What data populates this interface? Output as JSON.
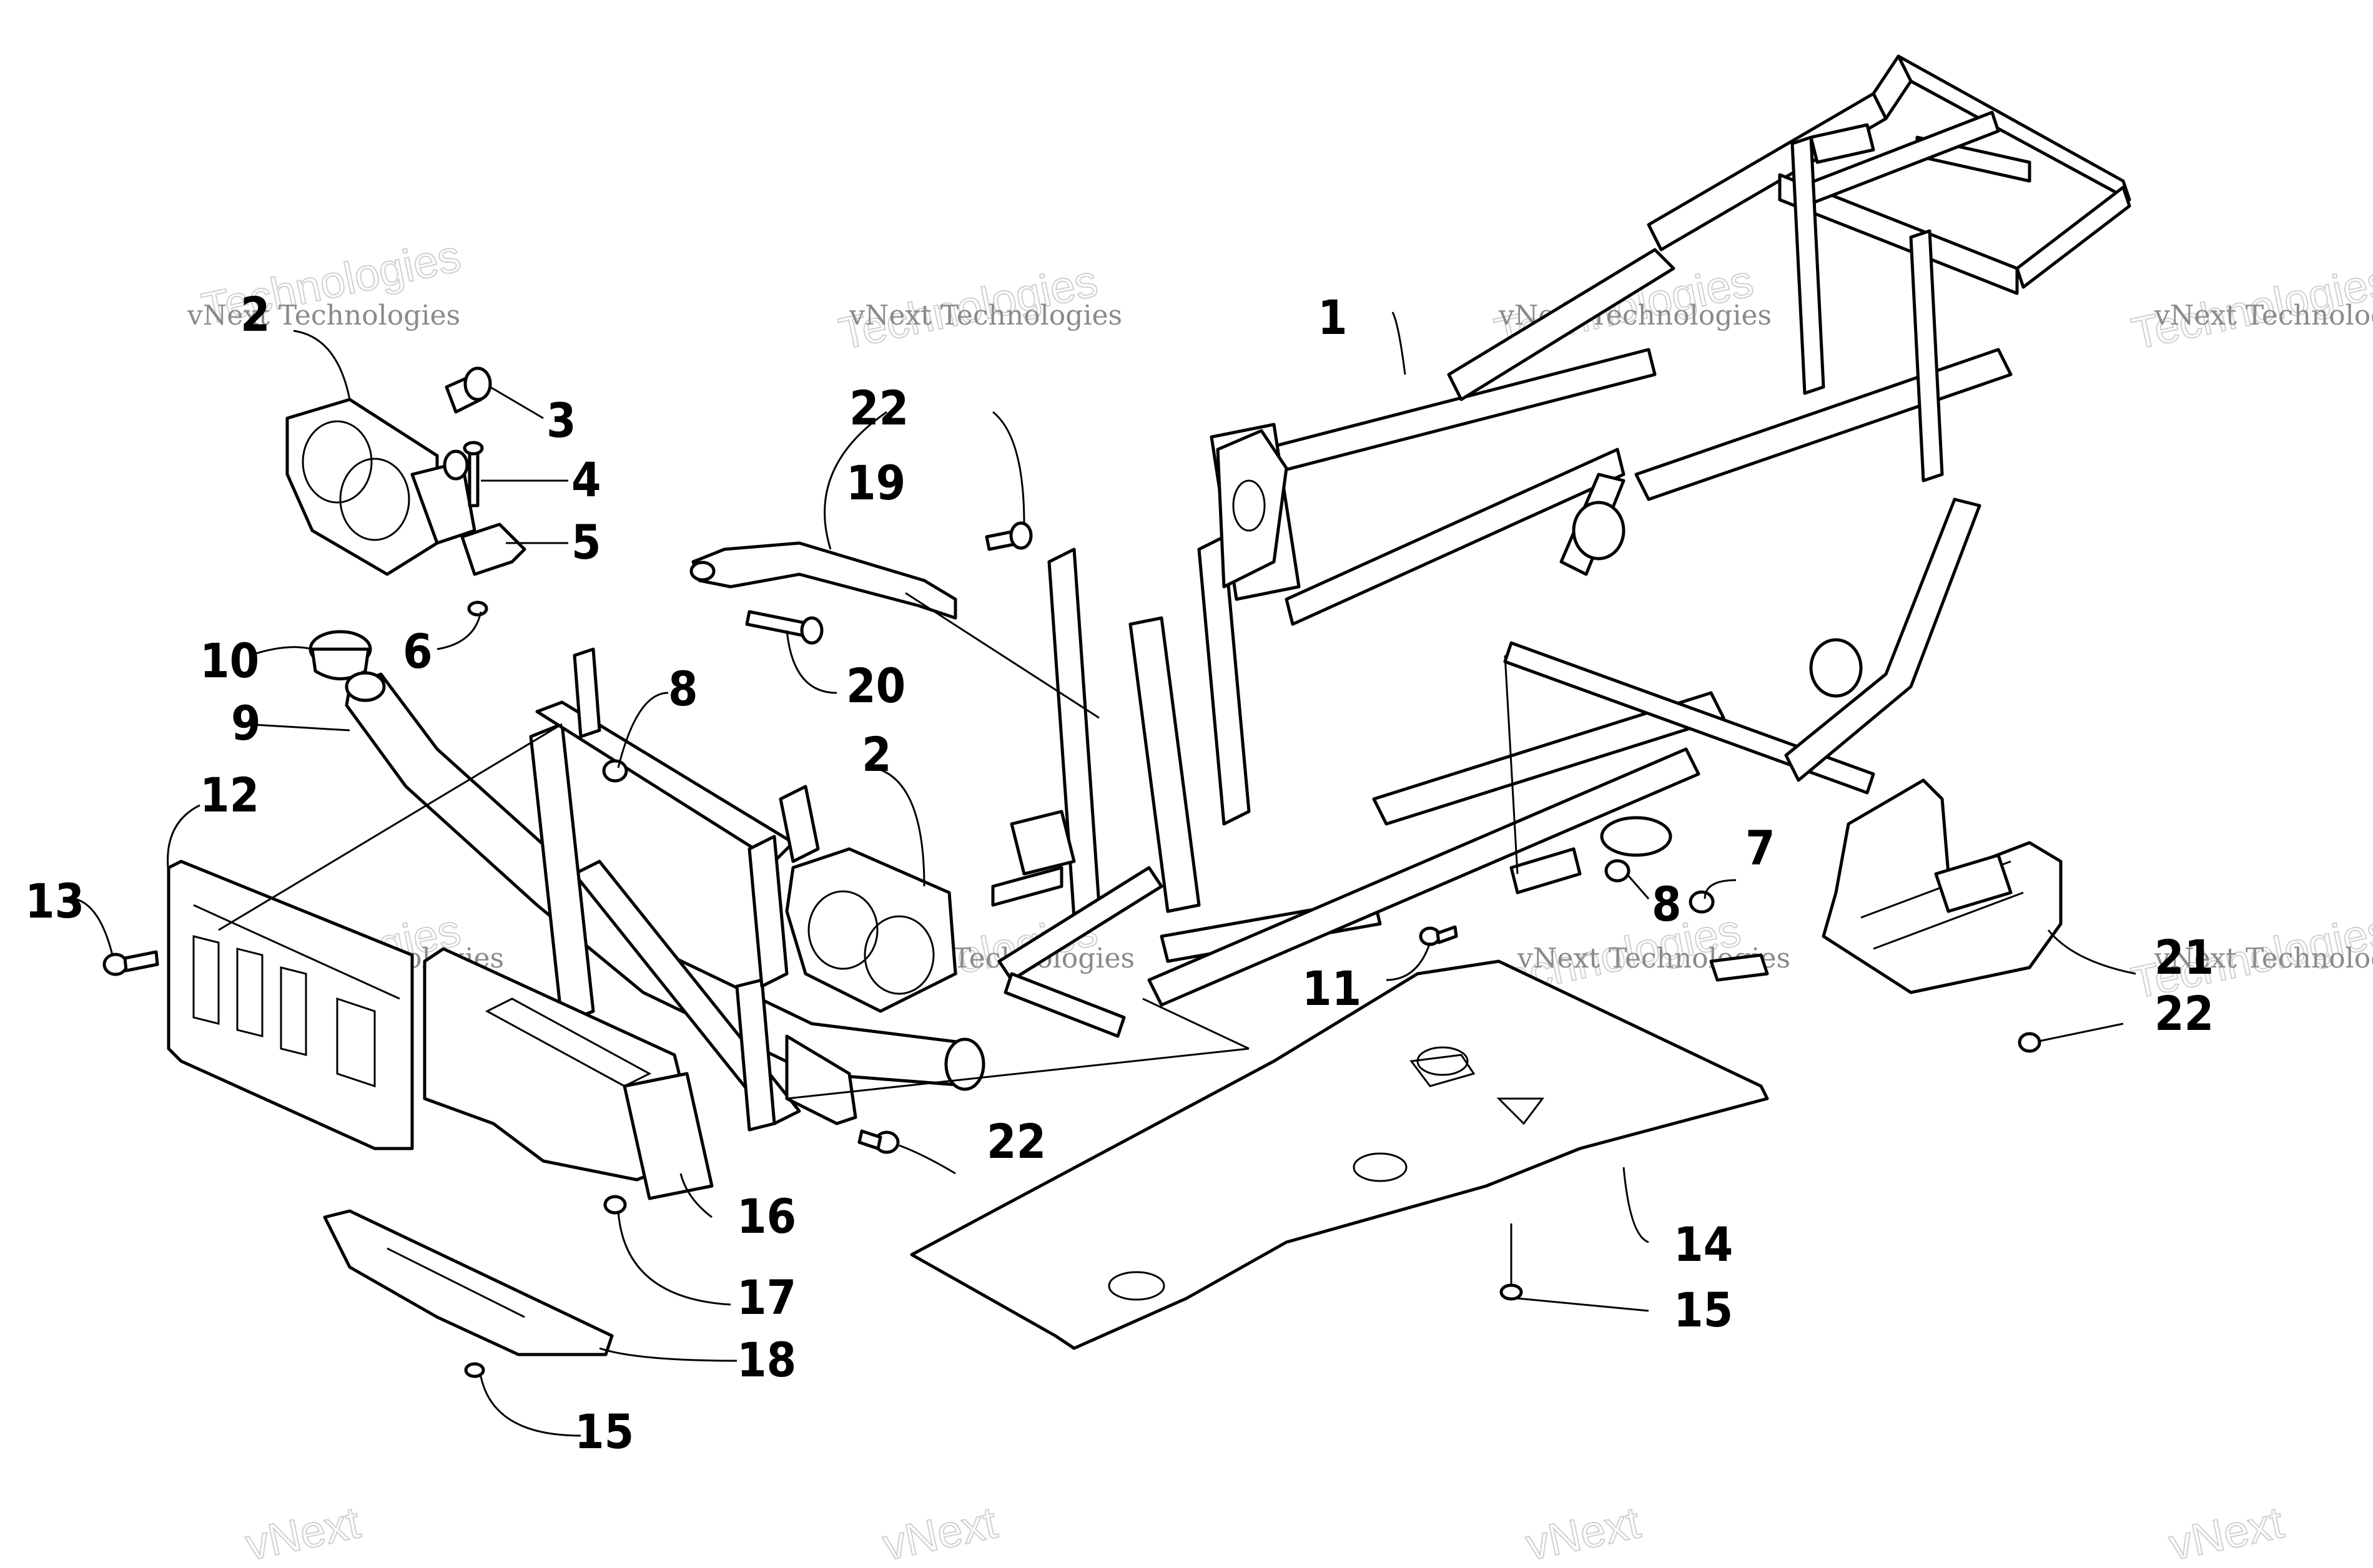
{
  "watermark": {
    "small": "vNext Technologies",
    "large_top": "vNext",
    "large_bottom": "Technologies"
  },
  "callouts": {
    "frame": "1",
    "headlight_left": "2",
    "headlight_right": "2",
    "screw_3": "3",
    "bolt_4": "4",
    "bracket_5": "5",
    "nut_6": "6",
    "nut_7": "7",
    "nut_8_left": "8",
    "nut_8_right": "8",
    "bumper_9": "9",
    "cap_10": "10",
    "screw_11": "11",
    "grille_12": "12",
    "screw_13": "13",
    "skid_plate_14": "14",
    "rivet_15_bottom_left": "15",
    "rivet_15_right": "15",
    "guard_16": "16",
    "screw_17": "17",
    "plate_18": "18",
    "bracket_19": "19",
    "bolt_20": "20",
    "footrest_21": "21",
    "bolt_22_top": "22",
    "bolt_22_right": "22",
    "bolt_22_bottom": "22"
  },
  "colors": {
    "line": "#000000",
    "background": "#ffffff",
    "watermark": "#8a8a8a"
  }
}
